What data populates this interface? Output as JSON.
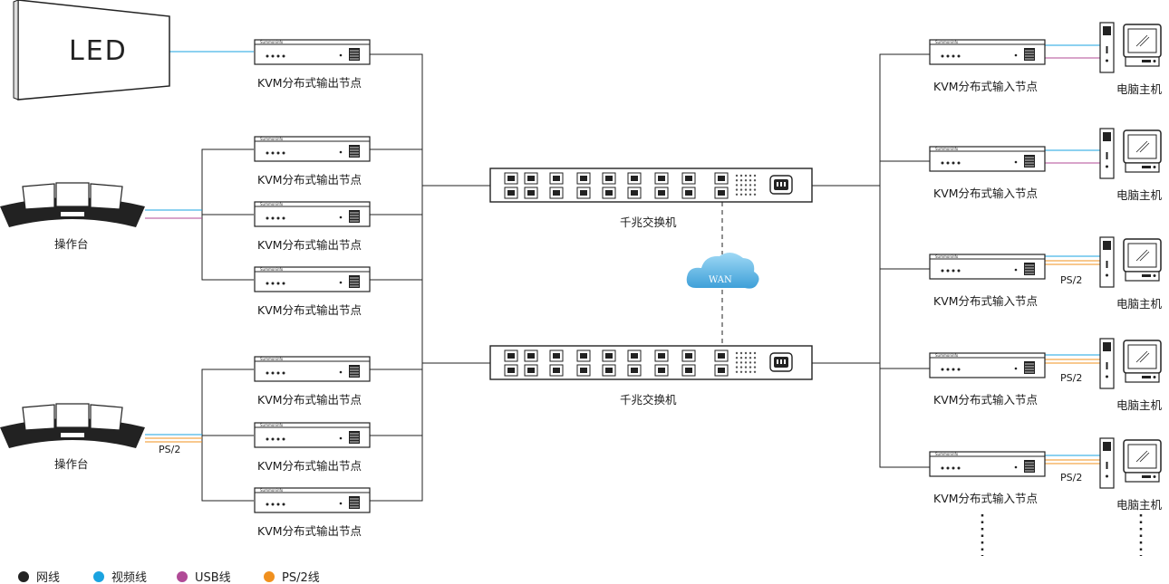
{
  "led_label": "LED",
  "console_label": "操作台",
  "output_node_label": "KVM分布式输出节点",
  "input_node_label": "KVM分布式输入节点",
  "switch_label": "千兆交换机",
  "pc_label": "电脑主机",
  "wan_label": "WAN",
  "ps2_label": "PS/2",
  "brand_text": "Summoninfo",
  "colors": {
    "network": "#222222",
    "video": "#1aa3e0",
    "usb": "#b04a96",
    "ps2": "#f0901e"
  },
  "legend": [
    {
      "label": "网线",
      "color": "#222222"
    },
    {
      "label": "视频线",
      "color": "#1aa3e0"
    },
    {
      "label": "USB线",
      "color": "#b04a96"
    },
    {
      "label": "PS/2线",
      "color": "#f0901e"
    }
  ]
}
